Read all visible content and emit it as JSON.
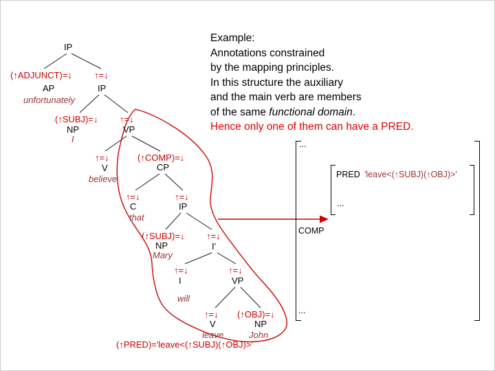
{
  "colors": {
    "annotation_red": "#cc0000",
    "terminal_maroon": "#993333",
    "highlight_red": "#e00000",
    "node_black": "#000000",
    "background": "#ffffff"
  },
  "example": {
    "lines": [
      "Example:",
      "Annotations constrained",
      "by the mapping principles.",
      "In this structure the auxiliary",
      "and the main verb are members"
    ],
    "line6_pre": "of the same ",
    "line6_italic": "functional domain",
    "line6_post": ".",
    "line7": "Hence only one of them can have a PRED."
  },
  "tree": {
    "ip1": {
      "label": "IP"
    },
    "ap": {
      "ann": "(↑ADJUNCT)=↓",
      "label": "AP",
      "word": "unfortunately"
    },
    "ip2": {
      "ann": "↑=↓",
      "label": "IP"
    },
    "np1": {
      "ann": "(↑SUBJ)=↓",
      "label": "NP",
      "word": "I"
    },
    "vp1": {
      "ann": "↑=↓",
      "label": "VP"
    },
    "v1": {
      "ann": "↑=↓",
      "label": "V",
      "word": "believe"
    },
    "cp": {
      "ann": "(↑COMP)=↓",
      "label": "CP"
    },
    "c": {
      "ann": "↑=↓",
      "label": "C",
      "word": "that"
    },
    "ip3": {
      "ann": "↑=↓",
      "label": "IP"
    },
    "np2": {
      "ann": "(↑SUBJ)=↓",
      "label": "NP",
      "word": "Mary"
    },
    "ibar": {
      "ann": "↑=↓",
      "label": "I'"
    },
    "i": {
      "ann": "↑=↓",
      "label": "I",
      "word": "will"
    },
    "vp2": {
      "ann": "↑=↓",
      "label": "VP"
    },
    "v2": {
      "ann": "↑=↓",
      "label": "V",
      "word": "leave"
    },
    "np3": {
      "ann": "(↑OBJ)=↓",
      "label": "NP",
      "word": "John"
    },
    "bottom_annotation": "(↑PRED)='leave<(↑SUBJ)(↑OBJ)>'"
  },
  "fstructure": {
    "dots_top": "...",
    "pred_label": "PRED",
    "pred_value": "'leave<(↑SUBJ)(↑OBJ)>'",
    "dots_mid": "...",
    "comp_label": "COMP",
    "dots_bottom": "..."
  }
}
